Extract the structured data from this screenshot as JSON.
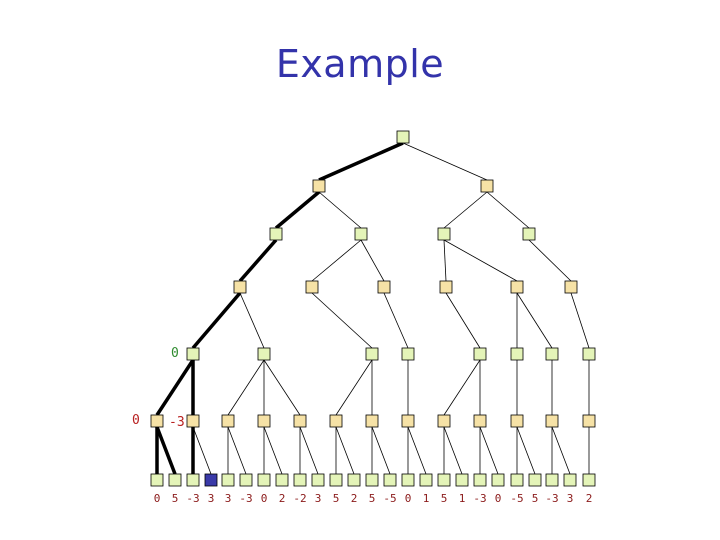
{
  "title": "Example",
  "colors": {
    "min_node_fill": "#f6e2a6",
    "max_node_fill": "#e4f4b8",
    "pruned_fill": "#3a3aa8",
    "title_color": "#3333aa",
    "leaf_value_color": "#8b1a1a",
    "annotation_green": "#2e8b2e",
    "annotation_red": "#b82020"
  },
  "annotations": {
    "level4_value": "0",
    "level5_left_value": "0",
    "level5_right_value": "-3"
  },
  "leaf_values": [
    "0",
    "5",
    "-3",
    "3",
    "3",
    "-3",
    "0",
    "2",
    "-2",
    "3",
    "5",
    "2",
    "5",
    "-5",
    "0",
    "1",
    "5",
    "1",
    "-3",
    "0",
    "-5",
    "5",
    "-3",
    "3",
    "2"
  ]
}
